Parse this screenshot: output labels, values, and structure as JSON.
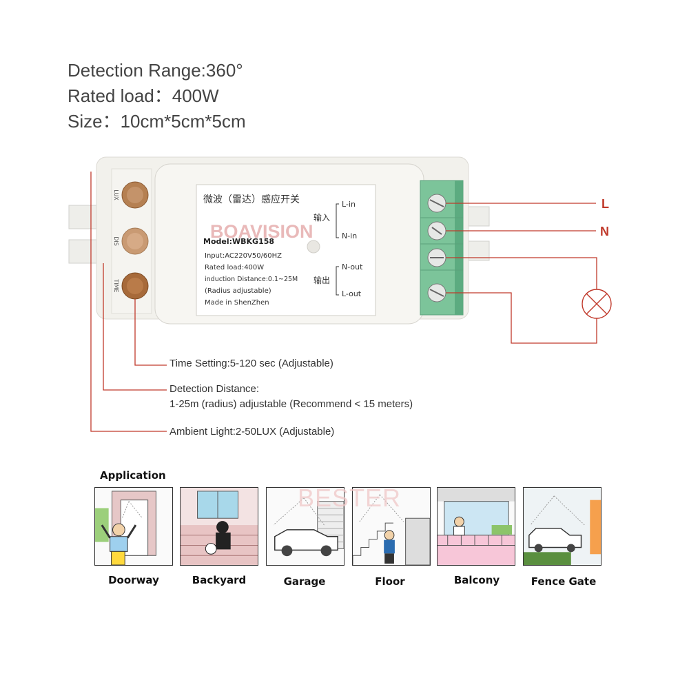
{
  "specs": {
    "range": "Detection Range:360°",
    "load": "Rated load：400W",
    "size": "Size：10cm*5cm*5cm"
  },
  "device": {
    "knobs": [
      "LUX",
      "DIS",
      "TIME"
    ],
    "label_title": "微波（雷达）感应开关",
    "watermark": "BOAVISION",
    "model": "Model:WBKG158",
    "input": "Input:AC220V50/60HZ",
    "rated": "Rated load:400W",
    "induction": "induction Distance:0.1~25M",
    "radius": "(Radius adjustable)",
    "made": "Made in ShenZhen",
    "input_cn": "输入",
    "output_cn": "输出",
    "l_in": "L-in",
    "n_in": "N-in",
    "n_out": "N-out",
    "l_out": "L-out"
  },
  "wires": {
    "l": "L",
    "n": "N"
  },
  "colors": {
    "wire": "#c0392b",
    "terminal": "#7cc49a",
    "label_red": "#c0392b"
  },
  "callouts": {
    "time": "Time Setting:5-120 sec  (Adjustable)",
    "distance_1": "Detection Distance:",
    "distance_2": "1-25m (radius) adjustable (Recommend < 15 meters)",
    "ambient": "Ambient Light:2-50LUX (Adjustable)"
  },
  "application": {
    "title": "Application",
    "watermark": "BESTER",
    "items": [
      "Doorway",
      "Backyard",
      "Garage",
      "Floor",
      "Balcony",
      "Fence Gate"
    ]
  }
}
